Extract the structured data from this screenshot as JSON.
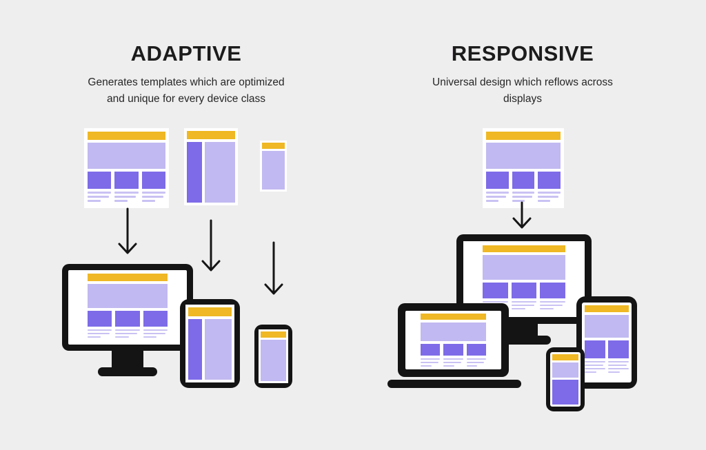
{
  "adaptive": {
    "title": "ADAPTIVE",
    "subtitle_line1": "Generates templates which are optimized",
    "subtitle_line2": "and unique for every device class",
    "templates": [
      "desktop-layout-template",
      "sidebar-layout-template",
      "mobile-layout-template"
    ],
    "devices": [
      "desktop-monitor",
      "tablet",
      "smartphone"
    ],
    "arrow_count": 3
  },
  "responsive": {
    "title": "RESPONSIVE",
    "subtitle_line1": "Universal design which reflows across",
    "subtitle_line2": "displays",
    "templates": [
      "desktop-layout-template"
    ],
    "devices": [
      "desktop-monitor",
      "laptop",
      "tablet",
      "smartphone"
    ],
    "arrow_count": 1
  },
  "colors": {
    "background": "#EFEEEF",
    "card_white": "#FFFFFF",
    "accent_yellow": "#EFB824",
    "purple_light": "#C1B9F1",
    "purple_medium": "#7D6BE8",
    "purple_text_line": "#C9C2F3",
    "device_outline": "#141414",
    "heading_text": "#1C1C1C",
    "body_text": "#262626"
  }
}
